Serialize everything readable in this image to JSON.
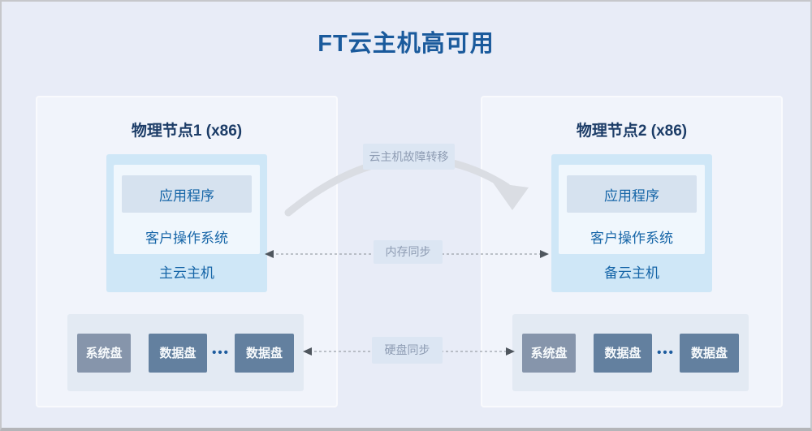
{
  "title": "FT云主机高可用",
  "nodes": [
    {
      "title": "物理节点1 (x86)",
      "app_label": "应用程序",
      "guest_os_label": "客户操作系统",
      "vm_label": "主云主机",
      "disks": {
        "system": "系统盘",
        "data_1": "数据盘",
        "ellipsis": "•••",
        "data_2": "数据盘"
      }
    },
    {
      "title": "物理节点2 (x86)",
      "app_label": "应用程序",
      "guest_os_label": "客户操作系统",
      "vm_label": "备云主机",
      "disks": {
        "system": "系统盘",
        "data_1": "数据盘",
        "ellipsis": "•••",
        "data_2": "数据盘"
      }
    }
  ],
  "connections": {
    "failover_label": "云主机故障转移",
    "memory_sync_label": "内存同步",
    "disk_sync_label": "硬盘同步"
  },
  "colors": {
    "page-bg": "#e8ecf7",
    "page-border": "#c6c7cb",
    "page-border-bottom": "#b4b5b9",
    "panel-bg": "#f1f4fb",
    "panel-border": "#f9fafd",
    "vm-bg": "#cfe7f7",
    "vm-inner-bg": "#f0f7fd",
    "app-bg": "#d6e2ef",
    "disk-container-bg": "#e3eaf3",
    "system-disk-bg": "#8695ab",
    "data-disk-bg": "#63809f",
    "title-color": "#1a5a9c",
    "node-title-color": "#1c3c67",
    "vm-text-color": "#1766a8",
    "disk-text-color": "#f7fafc",
    "dots-color": "#1d5c9e",
    "sync-label-bg": "#dce6f3",
    "sync-label-color": "#8e9cb3",
    "line-color": "#9ba1a9",
    "arrowhead-color": "#4f565e",
    "arc-color": "#dadde3"
  }
}
